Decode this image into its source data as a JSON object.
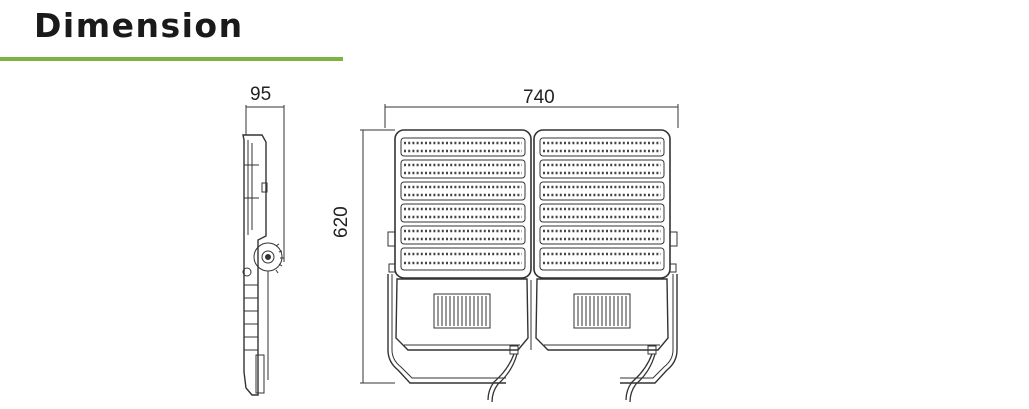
{
  "header": {
    "title": "Dimension"
  },
  "dimensions": {
    "depth": "95",
    "width": "740",
    "height": "620"
  },
  "colors": {
    "accent": "#7cb342",
    "line": "#333333"
  }
}
